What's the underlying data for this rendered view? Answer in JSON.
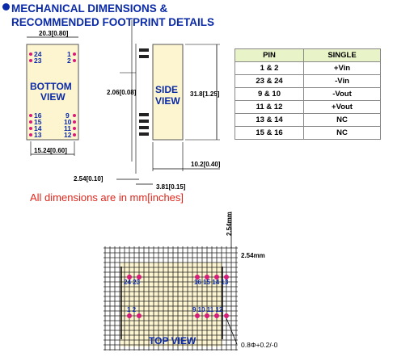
{
  "heading": {
    "line1": "MECHANICAL DIMENSIONS &",
    "line2": "RECOMMENDED FOOTPRINT DETAILS"
  },
  "bottom_view": {
    "width_label": "20.3[0.80]",
    "pin_24": "24",
    "pin_23": "23",
    "pin_1": "1",
    "pin_2": "2",
    "pin_16": "16",
    "pin_15": "15",
    "pin_14": "14",
    "pin_13": "13",
    "pin_9": "9",
    "pin_10": "10",
    "pin_11": "11",
    "pin_12": "12",
    "title_line1": "BOTTOM",
    "title_line2": "VIEW",
    "pitch_label": "15.24[0.60]"
  },
  "side_view": {
    "left_label": "2.06[0.08]",
    "title_line1": "SIDE",
    "title_line2": "VIEW",
    "height_label": "31.8[1.25]",
    "depth_label": "10.2[0.40]",
    "pin_pitch_label": "2.54[0.10]",
    "pin_len_label": "3.81[0.15]"
  },
  "pin_table": {
    "headers": [
      "PIN",
      "SINGLE"
    ],
    "rows": [
      [
        "1 & 2",
        "+Vin"
      ],
      [
        "23 & 24",
        "-Vin"
      ],
      [
        "9 & 10",
        "-Vout"
      ],
      [
        "11 & 12",
        "+Vout"
      ],
      [
        "13 & 14",
        "NC"
      ],
      [
        "15 & 16",
        "NC"
      ]
    ]
  },
  "note": "All dimensions are in mm[inches]",
  "top_view": {
    "grid_v_label": "2.54mm",
    "grid_h_label": "2.54mm",
    "left_top_pins": "24 23",
    "right_top_pins": "16 15 14 13",
    "left_bottom_pins": "1 2",
    "right_bottom_pins": "9 10 11 12",
    "title": "TOP VIEW",
    "hole_label": "0.8Φ+0.2/-0"
  },
  "colors": {
    "heading": "#0a2aa8",
    "note": "#e0261c",
    "body_fill": "#fdf5cf",
    "pad": "#d81b78",
    "table_header": "#e8f3c7"
  }
}
